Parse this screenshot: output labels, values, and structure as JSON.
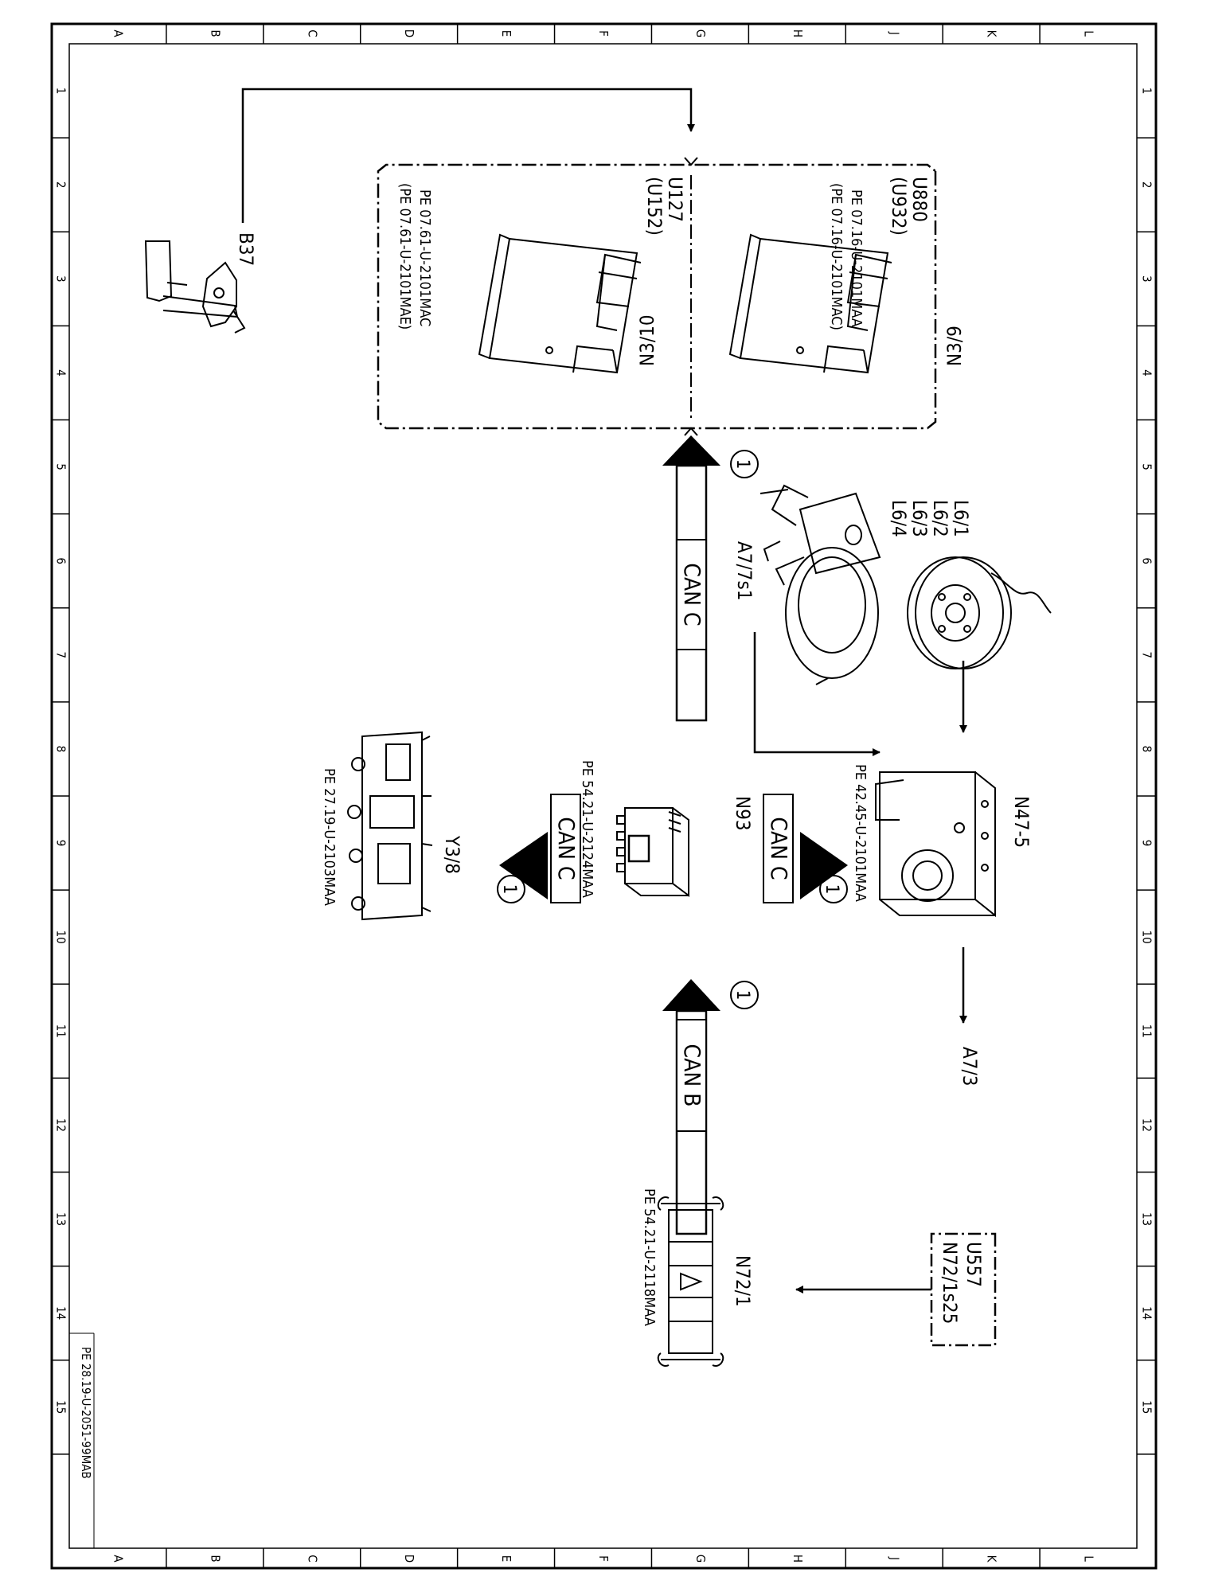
{
  "frame": {
    "col_letters": [
      "L",
      "K",
      "J",
      "H",
      "G",
      "F",
      "E",
      "D",
      "C",
      "B",
      "A"
    ],
    "row_numbers": [
      "1",
      "2",
      "3",
      "4",
      "5",
      "6",
      "7",
      "8",
      "9",
      "10",
      "11",
      "12",
      "13",
      "14",
      "15"
    ],
    "document_ref": "PE 28.19-U-2051-99MAB"
  },
  "components": {
    "b37": {
      "code": "B37"
    },
    "group_top": {
      "u_code": "U880",
      "u_alt": "(U932)",
      "module": "N3/9",
      "ref1": "PE  07.16-U-2101MAA",
      "ref2": "(PE  07.16-U-2101MAC)"
    },
    "group_bottom": {
      "u_code": "U127",
      "u_alt": "(U152)",
      "module": "N3/10",
      "ref1": "PE  07.61-U-2101MAC",
      "ref2": "(PE  07.61-U-2101MAE)"
    },
    "wheel_sensors": {
      "codes": [
        "L6/1",
        "L6/2",
        "L6/3",
        "L6/4"
      ]
    },
    "a7_7s1": {
      "code": "A7/7s1"
    },
    "n47_5": {
      "code": "N47-5",
      "ref": "PE  42.45-U-2101MAA"
    },
    "a7_3": {
      "code": "A7/3"
    },
    "n93": {
      "code": "N93",
      "ref": "PE  54.21-U-2124MAA"
    },
    "y3_8": {
      "code": "Y3/8",
      "ref": "PE  27.19-U-2103MAA"
    },
    "n72_1": {
      "code": "N72/1",
      "ref": "PE  54.21-U-2118MAA"
    },
    "switch_box": {
      "u_code": "U557",
      "code": "N72/1s25"
    }
  },
  "buses": {
    "can_c_top": {
      "label": "CAN  C",
      "marker": "1"
    },
    "can_c_right": {
      "label": "CAN  C",
      "marker": "1"
    },
    "can_c_left": {
      "label": "CAN  C",
      "marker": "1"
    },
    "can_b": {
      "label": "CAN  B",
      "marker": "1"
    }
  }
}
